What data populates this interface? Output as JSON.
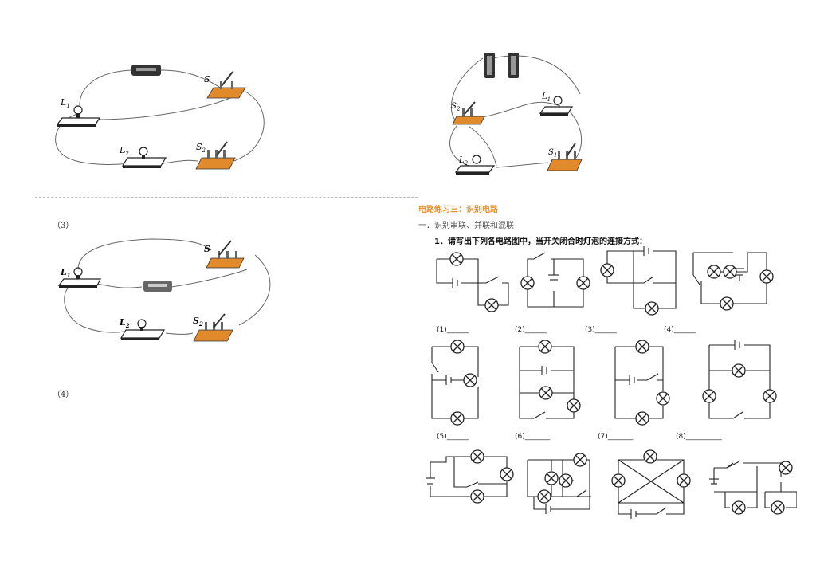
{
  "left": {
    "label_3": "（3）",
    "label_4": "（4）",
    "fig1": {
      "l1": "L",
      "l1_sub": "1",
      "l2": "L",
      "l2_sub": "2",
      "s": "S",
      "s2": "S",
      "s2_sub": "2"
    },
    "fig2": {
      "l1": "L",
      "l1_sub": "1",
      "l2": "L",
      "l2_sub": "2",
      "s": "S",
      "s2": "S",
      "s2_sub": "2"
    }
  },
  "right": {
    "fig": {
      "s2": "S",
      "s2_sub": "2",
      "l1": "L",
      "l1_sub": "1",
      "l2": "L",
      "l2_sub": "2",
      "s1": "S",
      "s1_sub": "1"
    },
    "section_title": "电路练习三：识别电路",
    "subsection": "一．识别串联、并联和混联",
    "question": "1．请写出下列各电路图中，当开关闭合时灯泡的连接方式：",
    "blanks_row1": [
      "(1)______",
      "(2)______",
      "(3)______",
      "(4)______"
    ],
    "blanks_row2": [
      "(5)______",
      "(6)_______",
      "(7)_______",
      "(8)__________"
    ]
  }
}
